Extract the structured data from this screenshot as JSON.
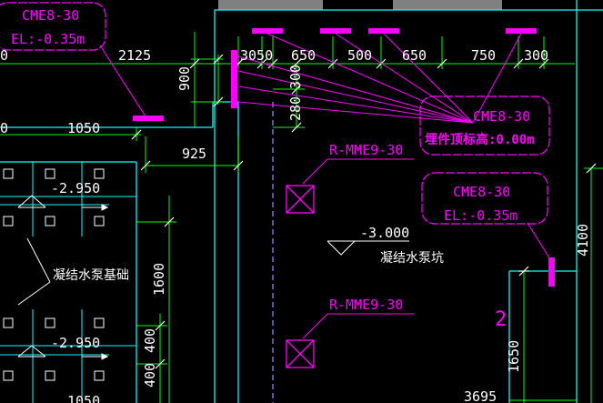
{
  "tags": {
    "cme_top_left": {
      "code": "CME8-30",
      "elev": "EL:-0.35m"
    },
    "cme_top_right": {
      "code": "CME8-30",
      "elev": "埋件顶标高:0.00m"
    },
    "cme_right": {
      "code": "CME8-30",
      "elev": "EL:-0.35m"
    },
    "mme_upper": "R-MME9-30",
    "mme_lower": "R-MME9-30"
  },
  "dimensions": {
    "d_2125": "2125",
    "d_3050": "3050",
    "d_650a": "650",
    "d_500": "500",
    "d_650b": "650",
    "d_750": "750",
    "d_300a": "300",
    "d_900": "900",
    "d_300v": "300",
    "d_280": "280",
    "d_1050a": "1050",
    "d_925": "925",
    "d_1600": "1600",
    "d_400a": "400",
    "d_400b": "400",
    "d_1650": "1650",
    "d_4100": "4100",
    "d_3695": "3695",
    "d_1050b": "1050",
    "edge_0a": "0",
    "edge_0b": "0"
  },
  "elevations": {
    "e1": "-2.950",
    "e2": "-3.000",
    "e3": "-2.950"
  },
  "labels": {
    "pump_base": "凝结水泵基础",
    "pump_pit": "凝结水泵坑",
    "grid_2": "2"
  },
  "colors": {
    "background": "#000000",
    "magenta": "#ff00ff",
    "green": "#00ff00",
    "cyan": "#00ffff",
    "white": "#ffffff",
    "gray": "#808080"
  }
}
